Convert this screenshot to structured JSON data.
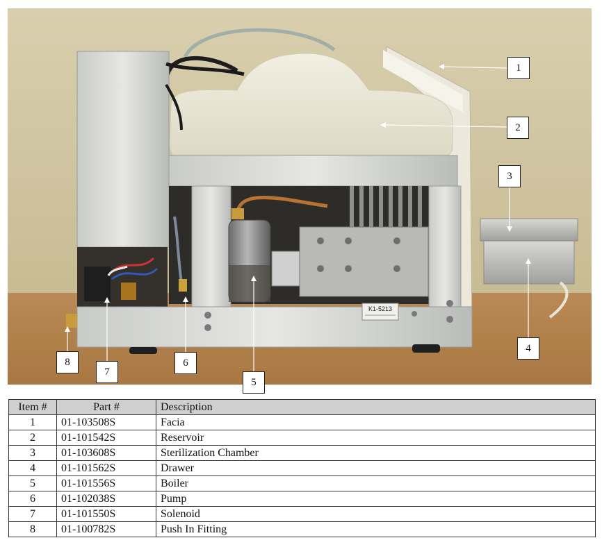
{
  "photo": {
    "label_plate": "K1-5213",
    "callouts": [
      "1",
      "2",
      "3",
      "4",
      "5",
      "6",
      "7",
      "8"
    ]
  },
  "table": {
    "headers": [
      "Item #",
      "Part #",
      "Description"
    ],
    "rows": [
      {
        "item": "1",
        "part": "01-103508S",
        "desc": "Facia"
      },
      {
        "item": "2",
        "part": "01-101542S",
        "desc": "Reservoir"
      },
      {
        "item": "3",
        "part": "01-103608S",
        "desc": "Sterilization Chamber"
      },
      {
        "item": "4",
        "part": "01-101562S",
        "desc": "Drawer"
      },
      {
        "item": "5",
        "part": "01-101556S",
        "desc": "Boiler"
      },
      {
        "item": "6",
        "part": "01-102038S",
        "desc": "Pump"
      },
      {
        "item": "7",
        "part": "01-101550S",
        "desc": "Solenoid"
      },
      {
        "item": "8",
        "part": "01-100782S",
        "desc": "Push In Fitting"
      }
    ]
  }
}
